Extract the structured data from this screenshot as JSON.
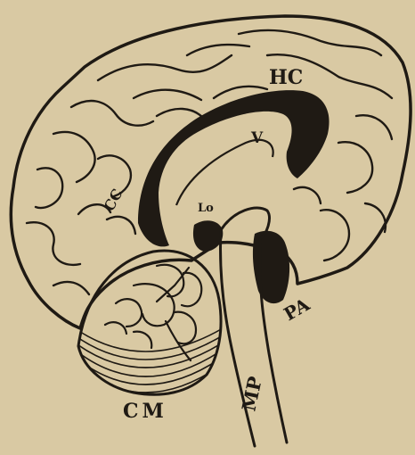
{
  "diagram": {
    "labels": {
      "hc": "HC",
      "v": "V",
      "cc": "CC",
      "lo": "Lo",
      "pa": "PA",
      "mp": "MP",
      "cm": "CM"
    },
    "colors": {
      "paper": "#d9c9a3",
      "ink": "#1f1a14"
    }
  }
}
